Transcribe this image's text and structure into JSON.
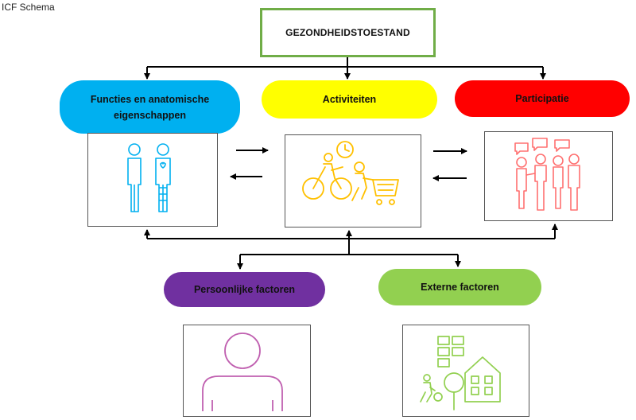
{
  "caption": "ICF Schema",
  "health": {
    "label": "GEZONDHEIDSTOESTAND"
  },
  "components": {
    "functies": "Functies en anatomische eigenschappen",
    "activiteiten": "Activiteiten",
    "participatie": "Participatie"
  },
  "factors": {
    "persoon": "Persoonlijke factoren",
    "extern": "Externe factoren"
  },
  "colors": {
    "functies": "#00b0f0",
    "activiteiten": "#ffff00",
    "participatie": "#ff0000",
    "persoon": "#7030a0",
    "extern": "#92d050",
    "border": "#70ad47"
  },
  "icons": {
    "functies": "people-body-icon",
    "activiteiten": "activities-icon",
    "participatie": "conversation-group-icon",
    "persoon": "person-bust-icon",
    "extern": "environment-icon"
  }
}
